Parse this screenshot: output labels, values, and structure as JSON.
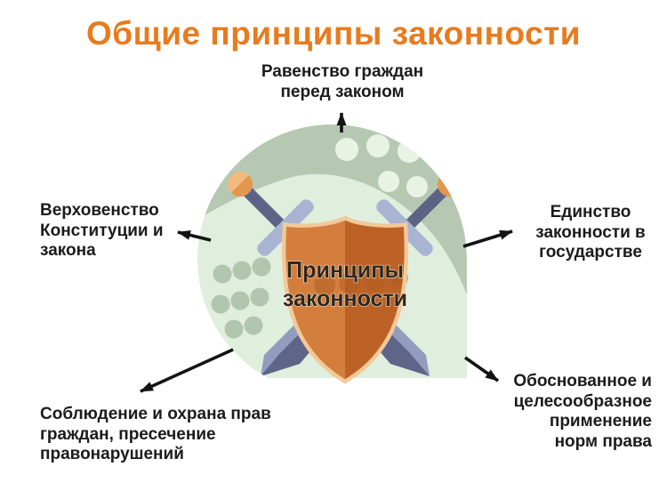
{
  "title": "Общие принципы законности",
  "shield": {
    "line1": "Принципы",
    "line2": "законности"
  },
  "nodes": {
    "top": "Равенство граждан\nперед законом",
    "left": "Верховенство\nКонституции и\nзакона",
    "right": "Единство\nзаконности в\nгосударстве",
    "bottom_left": "Соблюдение и охрана прав\nграждан, пресечение\nправонарушений",
    "bottom_right": "Обоснованное и\nцелесообразное\nприменение\nнорм права"
  },
  "colors": {
    "title_orange": "#e87b1e",
    "label_text": "#1b1b1b",
    "arrow": "#141414",
    "circle_background": "#e0eedd",
    "swoosh_sage": "#b6c8b1",
    "light_dots": "#e9f3e5",
    "sage_dots": "#b2c5ad",
    "shield_left": "#d47e3e",
    "shield_right": "#bd6226",
    "shield_rim": "#f2c998",
    "shield_dot": "#b05e24",
    "sword_blade_dark": "#5f6588",
    "sword_blade_light": "#929cbe",
    "crossguard": "#a9b4d2",
    "pommel_light": "#f2ba7d",
    "pommel_dark": "#e2974f",
    "shield_text": "#30261c"
  }
}
